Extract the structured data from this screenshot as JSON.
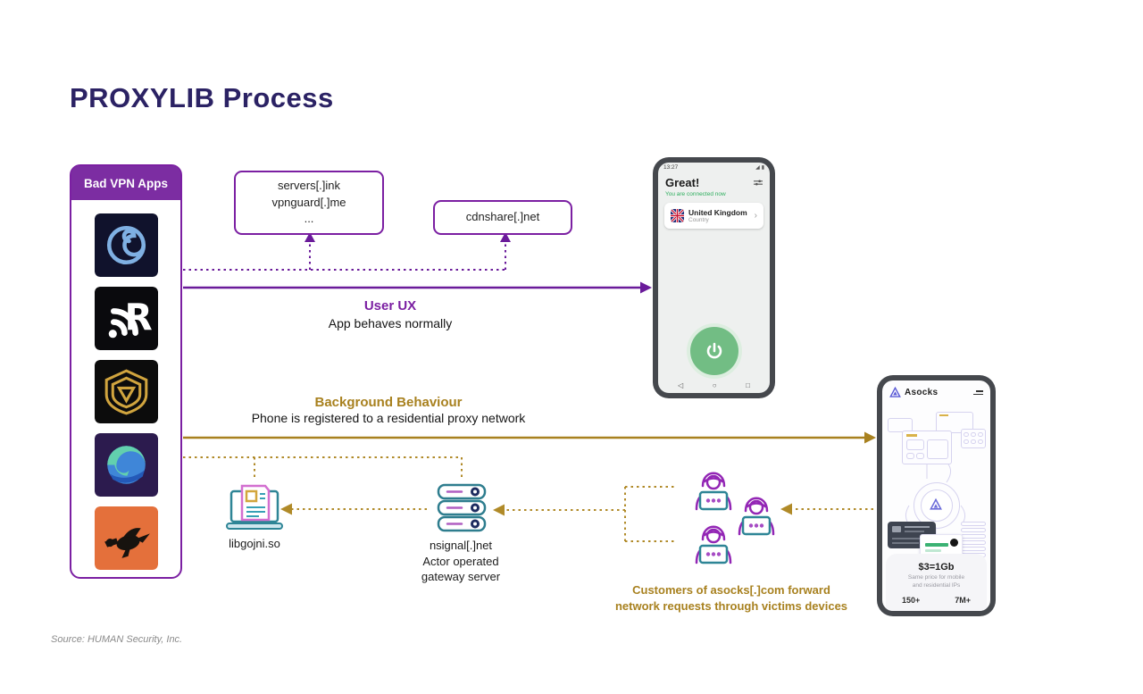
{
  "title": "PROXYLIB Process",
  "source_note": "Source: HUMAN Security, Inc.",
  "colors": {
    "accent_purple": "#7b1fa2",
    "title_navy": "#2b2264",
    "accent_gold": "#a8811f",
    "status_green": "#2eae5e"
  },
  "bad_vpn_box": {
    "header": "Bad VPN Apps",
    "apps": [
      {
        "icon": "blue-spiral-app-icon"
      },
      {
        "icon": "white-r-signal-app-icon"
      },
      {
        "icon": "gold-shield-app-icon"
      },
      {
        "icon": "ocean-wave-app-icon"
      },
      {
        "icon": "orange-bird-app-icon"
      }
    ]
  },
  "domain_boxes": {
    "box_a": {
      "lines": [
        "servers[.]ink",
        "vpnguard[.]me",
        "..."
      ]
    },
    "box_b": {
      "label": "cdnshare[.]net"
    }
  },
  "flow_labels": {
    "user_ux_title": "User UX",
    "user_ux_subtitle": "App behaves normally",
    "background_title": "Background Behaviour",
    "background_subtitle": "Phone is registered to a residential proxy network",
    "customers_caption_line1": "Customers of asocks[.]com forward",
    "customers_caption_line2": "network requests through victims devices"
  },
  "nodes": {
    "library_label": "libgojni.so",
    "gateway_lines": [
      "nsignal[.]net",
      "Actor operated",
      "gateway server"
    ]
  },
  "vpn_phone": {
    "status_time": "13:27",
    "headline": "Great!",
    "connection_status": "You are connected now",
    "country_name": "United Kingdom",
    "country_sub": "Country",
    "chevron": "›",
    "nav_back": "◁",
    "nav_home": "○",
    "nav_recent": "□"
  },
  "asocks_phone": {
    "brand": "Asocks",
    "price_headline": "$3=1Gb",
    "price_note_line1": "Same price for mobile",
    "price_note_line2": "and residential IPs",
    "stat_left": "150+",
    "stat_right": "7M+"
  }
}
